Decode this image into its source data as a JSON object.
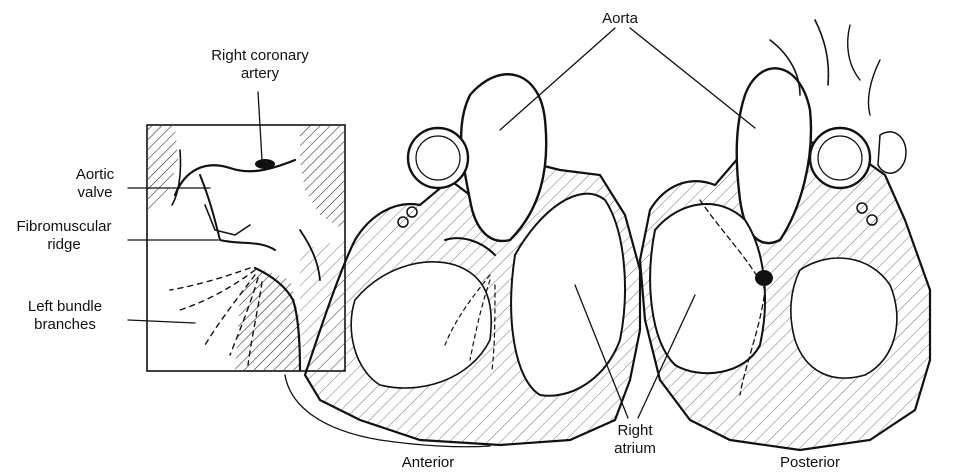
{
  "labels": {
    "right_coronary_artery": "Right coronary\nartery",
    "aortic_valve": "Aortic\nvalve",
    "fibromuscular_ridge": "Fibromuscular\nridge",
    "left_bundle_branches": "Left bundle\nbranches",
    "aorta": "Aorta",
    "right_atrium": "Right\natrium",
    "anterior": "Anterior",
    "posterior": "Posterior"
  },
  "colors": {
    "ink": "#111111",
    "background": "#ffffff"
  }
}
